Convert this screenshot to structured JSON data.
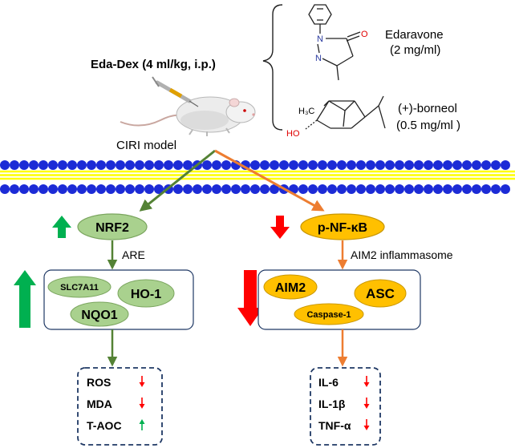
{
  "treatment": {
    "label": "Eda-Dex (4 ml/kg, i.p.)",
    "model_label": "CIRI model"
  },
  "compounds": [
    {
      "name": "Edaravone",
      "concentration": "(2 mg/ml)"
    },
    {
      "name": "(+)-borneol",
      "concentration": "(0.5 mg/ml )"
    }
  ],
  "chem_labels": {
    "edaravone_n1": "N",
    "edaravone_n2": "N",
    "edaravone_o": "O",
    "borneol_ch3": "H₃C",
    "borneol_ho": "HO"
  },
  "left_pathway": {
    "top_node": "NRF2",
    "link_label": "ARE",
    "genes": [
      "SLC7A11",
      "HO-1",
      "NQO1"
    ],
    "markers": [
      {
        "label": "ROS",
        "direction": "down"
      },
      {
        "label": "MDA",
        "direction": "down"
      },
      {
        "label": "T-AOC",
        "direction": "up"
      }
    ]
  },
  "right_pathway": {
    "top_node": "p-NF-κB",
    "link_label": "AIM2 inflammasome",
    "complex": [
      "AIM2",
      "ASC",
      "Caspase-1"
    ],
    "markers": [
      {
        "label": "IL-6",
        "direction": "down"
      },
      {
        "label": "IL-1β",
        "direction": "down"
      },
      {
        "label": "TNF-α",
        "direction": "down"
      }
    ]
  },
  "colors": {
    "nrf2_fill": "#a9d18e",
    "nfkb_fill": "#ffc000",
    "left_arrow": "#548235",
    "right_arrow": "#ed7d31",
    "up_green": "#00b050",
    "down_red": "#ff0000",
    "membrane_head": "#1c2bd6",
    "membrane_tail": "#ffff00",
    "box_border": "#1f3864"
  }
}
